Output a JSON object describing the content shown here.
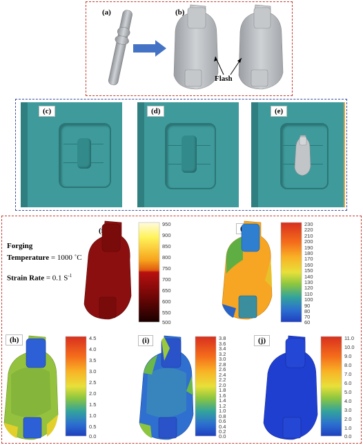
{
  "panels": {
    "a": "(a)",
    "b": "(b)",
    "c": "(c)",
    "d": "(d)",
    "e": "(e)",
    "f": "(f)",
    "g": "(g)",
    "h": "(h)",
    "i": "(i)",
    "j": "(j)"
  },
  "flash_label": "Flash",
  "conditions": {
    "line1": "Forging",
    "line2_label": "Temperature",
    "line2_value": "= 1000  ˚C",
    "line3_label": "Strain Rate",
    "line3_value": "= 0.1 S",
    "line3_sup": "-1"
  },
  "colorbars": {
    "f": [
      "950",
      "900",
      "850",
      "800",
      "750",
      "700",
      "650",
      "600",
      "550",
      "500"
    ],
    "g": [
      "230",
      "220",
      "210",
      "200",
      "190",
      "180",
      "170",
      "160",
      "150",
      "140",
      "130",
      "120",
      "110",
      "100",
      "90",
      "80",
      "70",
      "60"
    ],
    "h": [
      "4.5",
      "4.0",
      "3.5",
      "3.0",
      "2.5",
      "2.0",
      "1.5",
      "1.0",
      "0.5",
      "0.0"
    ],
    "i": [
      "3.8",
      "3.6",
      "3.4",
      "3.2",
      "3.0",
      "2.8",
      "2.6",
      "2.4",
      "2.2",
      "2.0",
      "1.8",
      "1.6",
      "1.4",
      "1.2",
      "1.0",
      "0.8",
      "0.6",
      "0.4",
      "0.2",
      "0.0"
    ],
    "j": [
      "11.0",
      "10.0",
      "9.0",
      "8.0",
      "7.0",
      "6.0",
      "5.0",
      "4.0",
      "3.0",
      "2.0",
      "1.0",
      "0.0"
    ]
  },
  "colors": {
    "frame_red": "#c0392b",
    "frame_blue": "#3a4fa0",
    "die_teal": "#3f9b9b",
    "billet_gray": "#b5b8bc",
    "arrow_blue": "#4472c4"
  }
}
